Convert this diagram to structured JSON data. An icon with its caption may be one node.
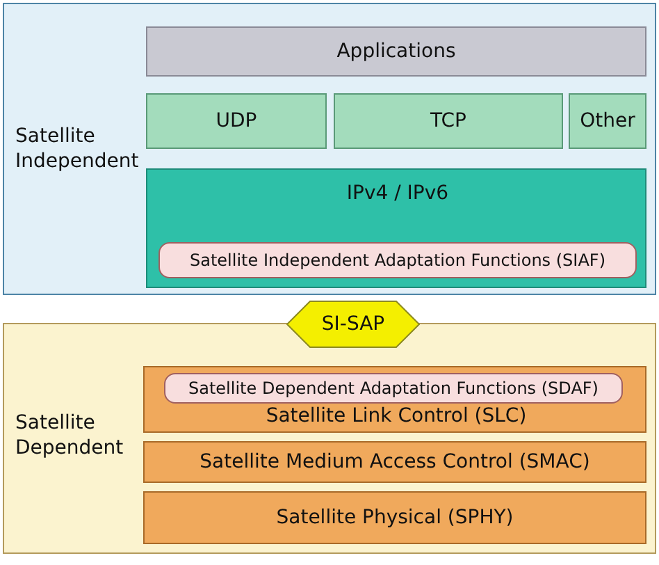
{
  "diagram": {
    "nodes": [
      {
        "text": [
          "Satellite Independent"
        ]
      },
      {
        "text": [
          "Applications"
        ],
        "in": 0
      },
      {
        "text": [
          "UDP"
        ],
        "in": 0
      },
      {
        "text": [
          "TCP"
        ],
        "in": 0
      },
      {
        "text": [
          "Other"
        ],
        "in": 0
      },
      {
        "text": [
          "IPv4 / IPv6"
        ],
        "in": 0
      },
      {
        "text": [
          "Satellite Independent Adaptation Functions (SIAF)"
        ],
        "in": 5
      },
      {
        "text": [
          "SI-SAP"
        ]
      },
      {
        "text": [
          "Satellite Dependent"
        ]
      },
      {
        "text": [
          "Satellite Link Control (SLC)"
        ],
        "in": 8
      },
      {
        "text": [
          "Satellite Dependent Adaptation Functions (SDAF)"
        ],
        "in": 9
      },
      {
        "text": [
          "Satellite Medium Access Control (SMAC)"
        ],
        "in": 8
      },
      {
        "text": [
          "Satellite Physical (SPHY)"
        ],
        "in": 8
      }
    ]
  }
}
